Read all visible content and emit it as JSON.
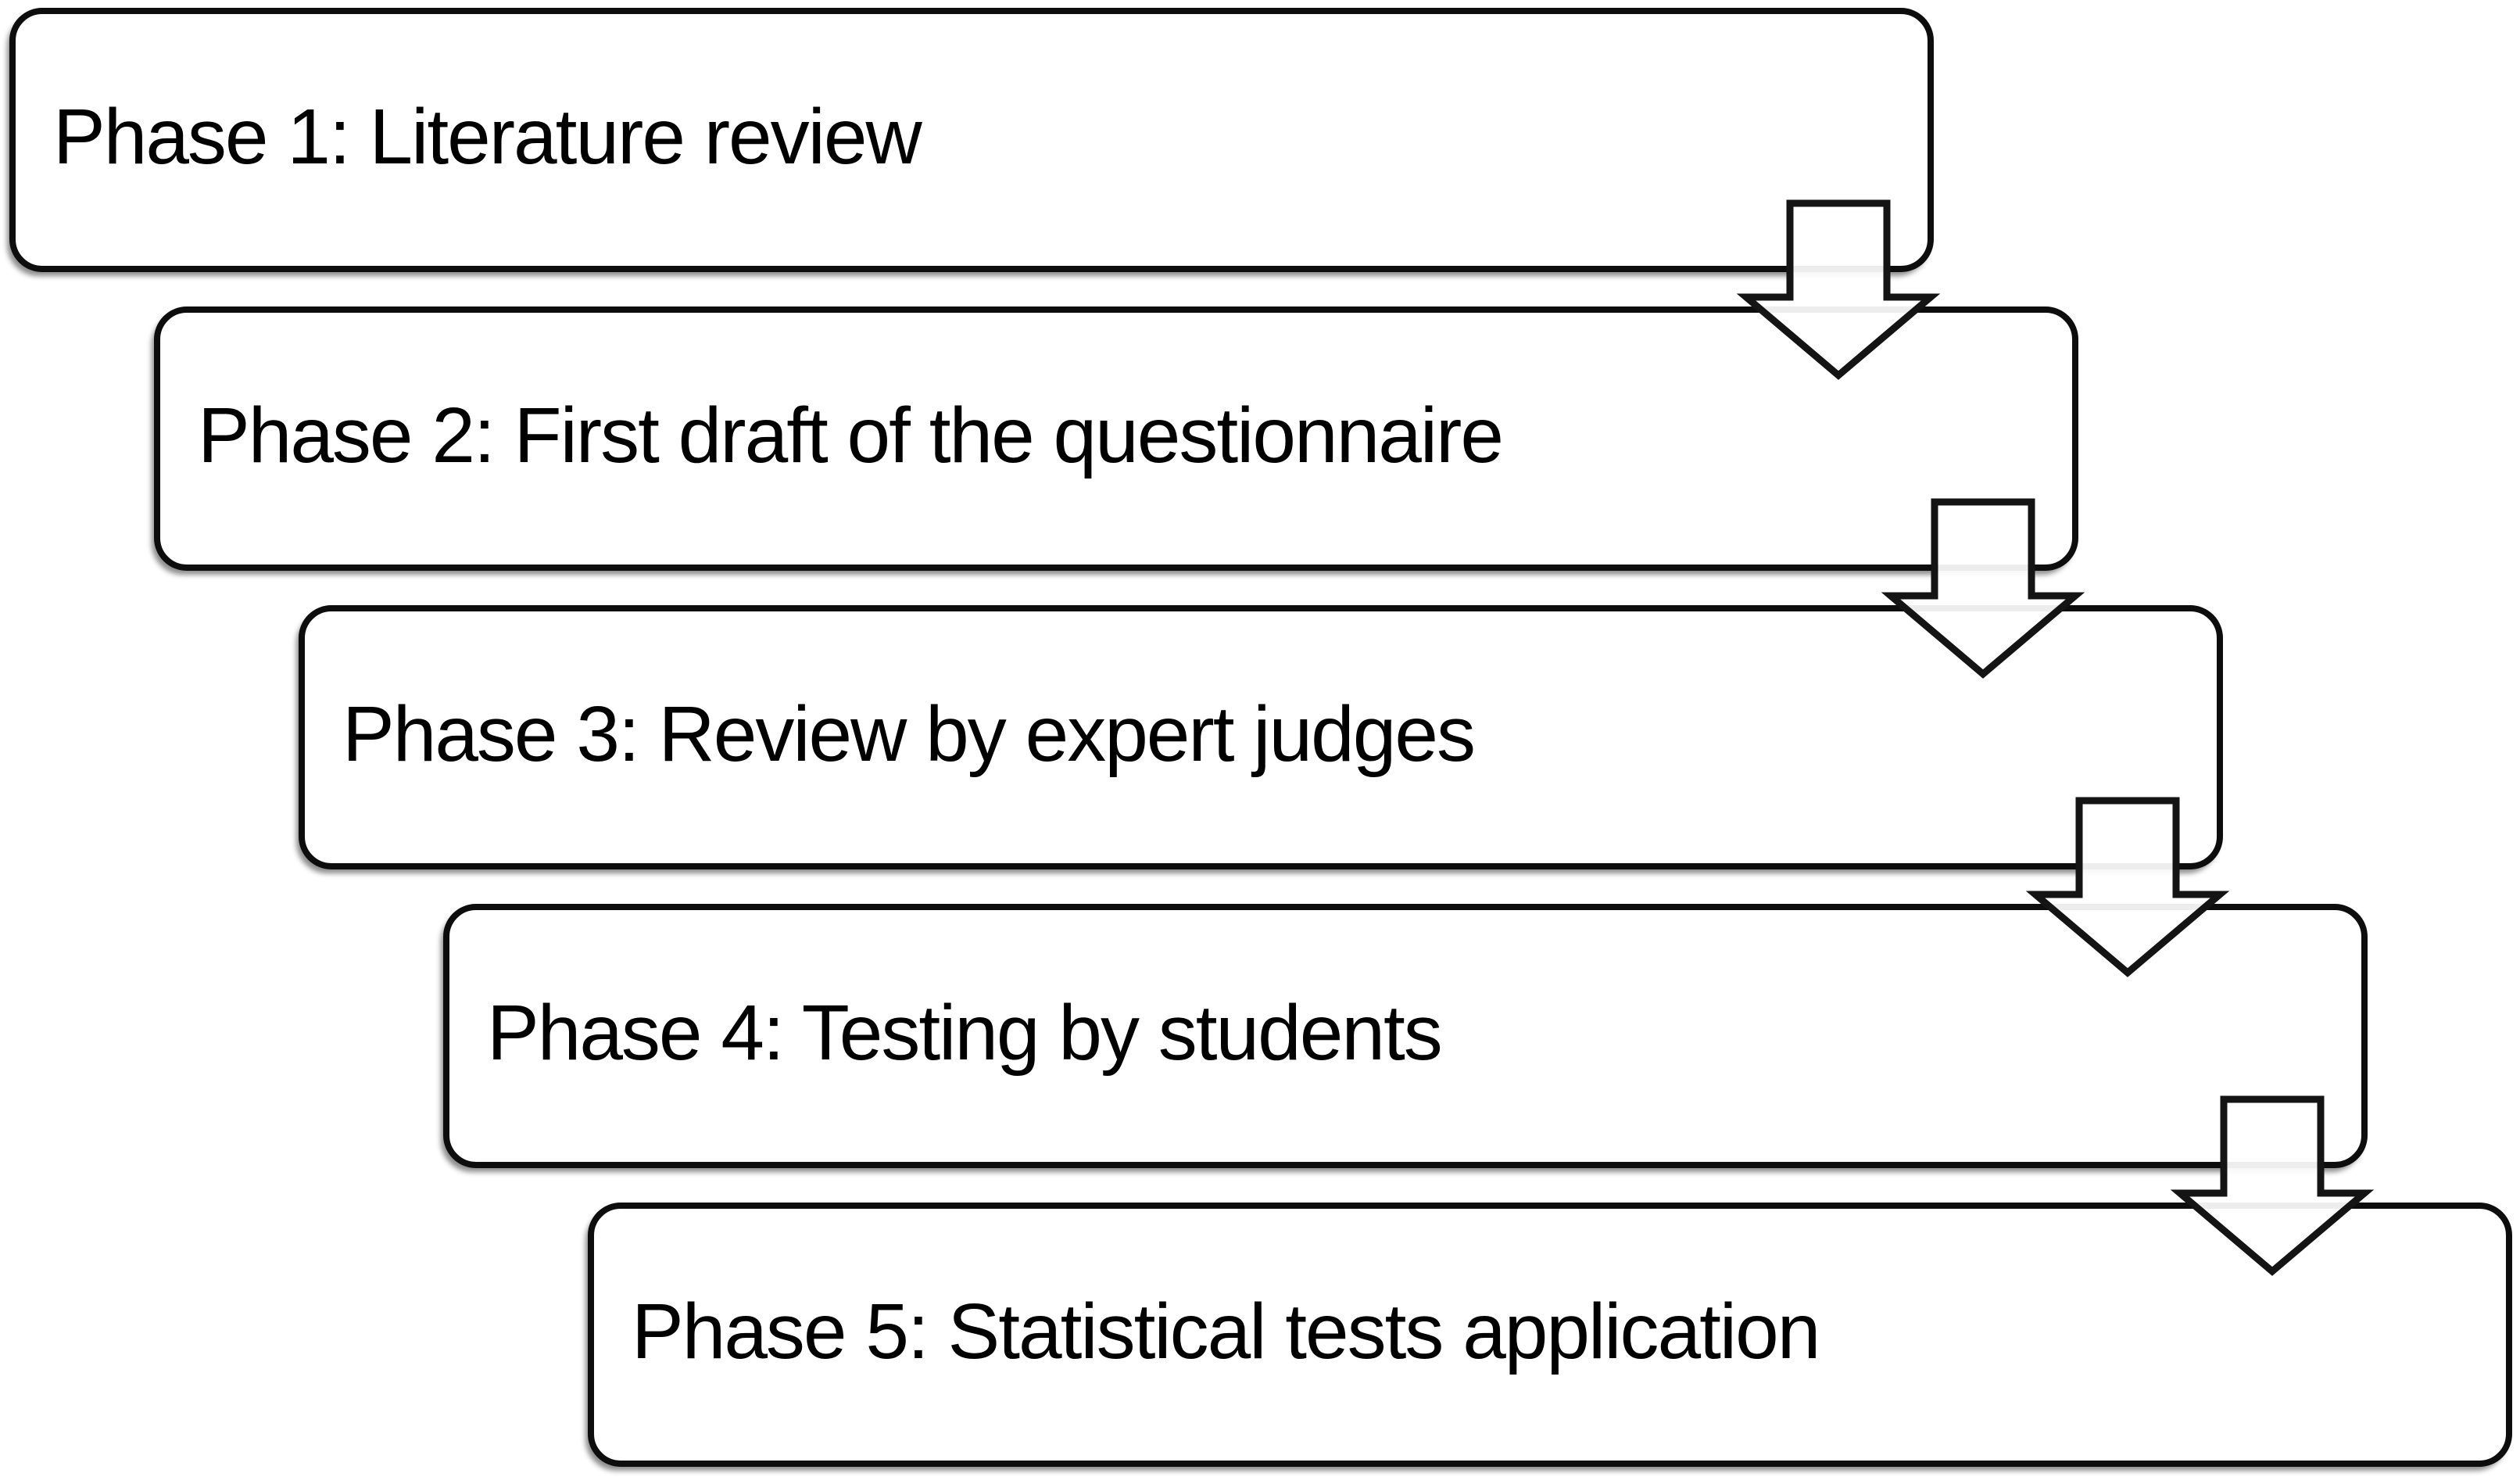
{
  "diagram": {
    "type": "process-flow",
    "background_color": "#ffffff",
    "box_fill_color": "#ffffff",
    "box_border_color": "#0d0d0d",
    "text_color": "#000000",
    "arrow_fill_color": "#ffffff",
    "arrow_outline_color": "#141414",
    "arrow_direction": "down",
    "arrow_icon": "down-block-arrow"
  },
  "phases": [
    {
      "label": "Phase 1: Literature review"
    },
    {
      "label": "Phase 2: First draft of the questionnaire"
    },
    {
      "label": "Phase 3: Review by expert judges"
    },
    {
      "label": "Phase 4: Testing by students"
    },
    {
      "label": "Phase 5: Statistical tests application"
    }
  ]
}
